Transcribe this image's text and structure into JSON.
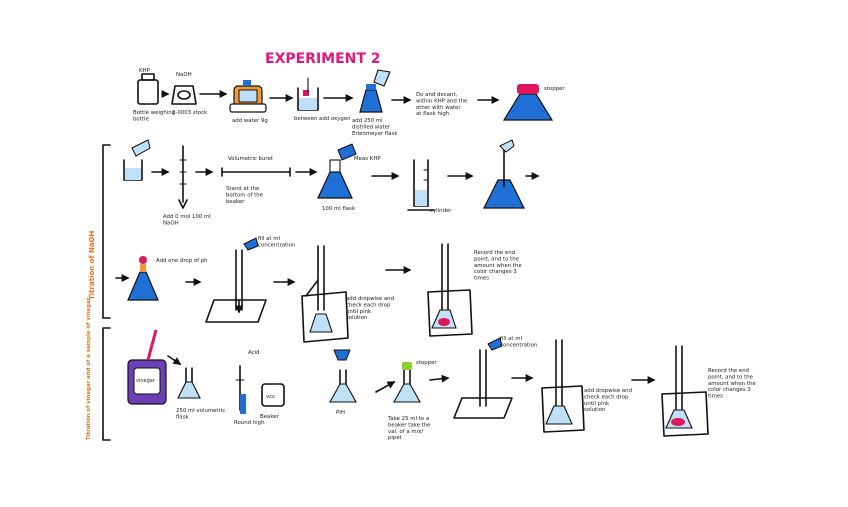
{
  "title": "EXPERIMENT 2",
  "section_labels": {
    "titration_of_naoh": "Titration of NaOH",
    "titration_of_vinegar": "Titration of vinegar and of a sample of vinegar"
  },
  "row1": {
    "khp_label": "KHP",
    "khp_note": "Bottle weighing bottle",
    "naoh_label": "NaOH",
    "naoh_note": "2-0003 stock",
    "note3": "add water 9g",
    "note4": "between add oxygen",
    "note5": "add 250 ml distilled water Erlenmeyer flask",
    "note6": "Do and decant, within KHP and the other with water at flask high",
    "stopper": "stopper"
  },
  "row2": {
    "add_naoh": "Add 0 mol 100 ml NaOH",
    "buret_label": "Volumetric buret",
    "buret_note": "Stand at the bottom of the beaker",
    "flask_note": "100 ml flask",
    "measure_note": "Meas KHP",
    "cylinder": "cylinder"
  },
  "row3": {
    "phenol_note": "Add one drop of ph",
    "ml_top_note": "fill at ml concentration",
    "add_dropwise": "add dropwise and check each drop until pink solution",
    "repeat": "Record the end point, and to the amount when the color changes 3 times"
  },
  "row4": {
    "vinegar": "vinegar",
    "volumetric_flask": "250 ml volumetric flask",
    "acid": "Acid",
    "pipette": "Round high",
    "beaker": "Beaker",
    "beaker_txt": "vcc",
    "ph": "PIH",
    "stopper": "stopper",
    "transfer": "Take 25 ml to a beaker take the val. of a mix/ pipet",
    "ml_top_note": "fill at ml concentration",
    "add_dropwise": "add dropwise and check each drop until pink solution",
    "repeat": "Record the end point, and to the amount when the color changes 3 times"
  },
  "colors": {
    "ink": "#111111",
    "solution_blue": "#1f6fd6",
    "light_blue": "#bfe0f7",
    "title_pink": "#e0177f",
    "label_orange": "#f06a1c",
    "stopper_red": "#e0175c",
    "vinegar_purple": "#6a3fb8",
    "stopper_green": "#8bd12e"
  }
}
